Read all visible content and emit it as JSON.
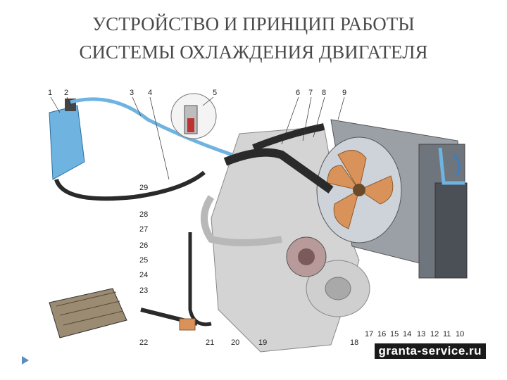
{
  "slide": {
    "title_line1": "УСТРОЙСТВО И ПРИНЦИП РАБОТЫ",
    "title_line2": "СИСТЕМЫ ОХЛАЖДЕНИЯ ДВИГАТЕЛЯ"
  },
  "callouts_top": [
    "1",
    "2",
    "3",
    "4",
    "5",
    "6",
    "7",
    "8",
    "9"
  ],
  "callouts_left": [
    "29",
    "28",
    "27",
    "26",
    "25",
    "24",
    "23"
  ],
  "callouts_bottom": [
    "22",
    "21",
    "20",
    "19",
    "18",
    "17",
    "16",
    "15",
    "14",
    "13",
    "12",
    "11",
    "10"
  ],
  "watermark": "granta-service.ru",
  "colors": {
    "coolant": "#6fb3e0",
    "hose": "#2a2a2a",
    "fan": "#d9935a",
    "radiator": "#8a8f96",
    "engine": "#c9c9c9"
  },
  "icons": {
    "nav": "triangle-right-icon"
  }
}
